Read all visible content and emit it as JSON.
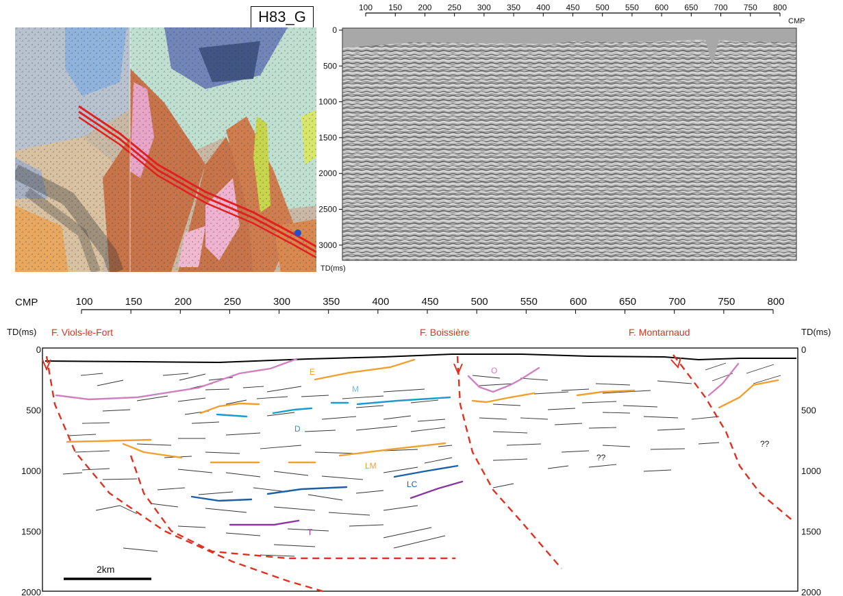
{
  "map_panel": {
    "badge_label": "H83_G"
  },
  "seismic_panel": {
    "cmp_ticks": [
      "100",
      "150",
      "200",
      "250",
      "300",
      "350",
      "400",
      "450",
      "500",
      "550",
      "600",
      "650",
      "700",
      "750",
      "800"
    ],
    "cmp_unit": "CMP",
    "time_ticks": [
      "0",
      "500",
      "1000",
      "1500",
      "2000",
      "2500",
      "3000"
    ],
    "time_unit": "TD(ms)"
  },
  "section_panel": {
    "cmp_label": "CMP",
    "cmp_ticks": [
      "100",
      "150",
      "200",
      "250",
      "300",
      "350",
      "400",
      "450",
      "500",
      "550",
      "600",
      "650",
      "700",
      "750",
      "800"
    ],
    "left_time_label": "TD(ms)",
    "right_time_label": "TD(ms)",
    "time_ticks": [
      "0",
      "500",
      "1000",
      "1500",
      "2000"
    ],
    "faults": [
      {
        "label": "F. Viols-le-Fort"
      },
      {
        "label": "F. Boissière"
      },
      {
        "label": "F. Montarnaud"
      }
    ],
    "units": [
      {
        "label": "E",
        "color": "#f0a030"
      },
      {
        "label": "M",
        "color": "#7ab8e0"
      },
      {
        "label": "D",
        "color": "#1a9ad0"
      },
      {
        "label": "LM",
        "color": "#f0a030"
      },
      {
        "label": "LC",
        "color": "#1a5fa8"
      },
      {
        "label": "T",
        "color": "#8a35a0"
      },
      {
        "label": "O",
        "color": "#d080c0"
      }
    ],
    "unknown_labels": [
      "??",
      "??"
    ],
    "scale_bar_label": "2km",
    "colors": {
      "fault": "#e03020",
      "fault_label": "#e03020",
      "topography": "#000000",
      "reflector": "#333333"
    }
  }
}
